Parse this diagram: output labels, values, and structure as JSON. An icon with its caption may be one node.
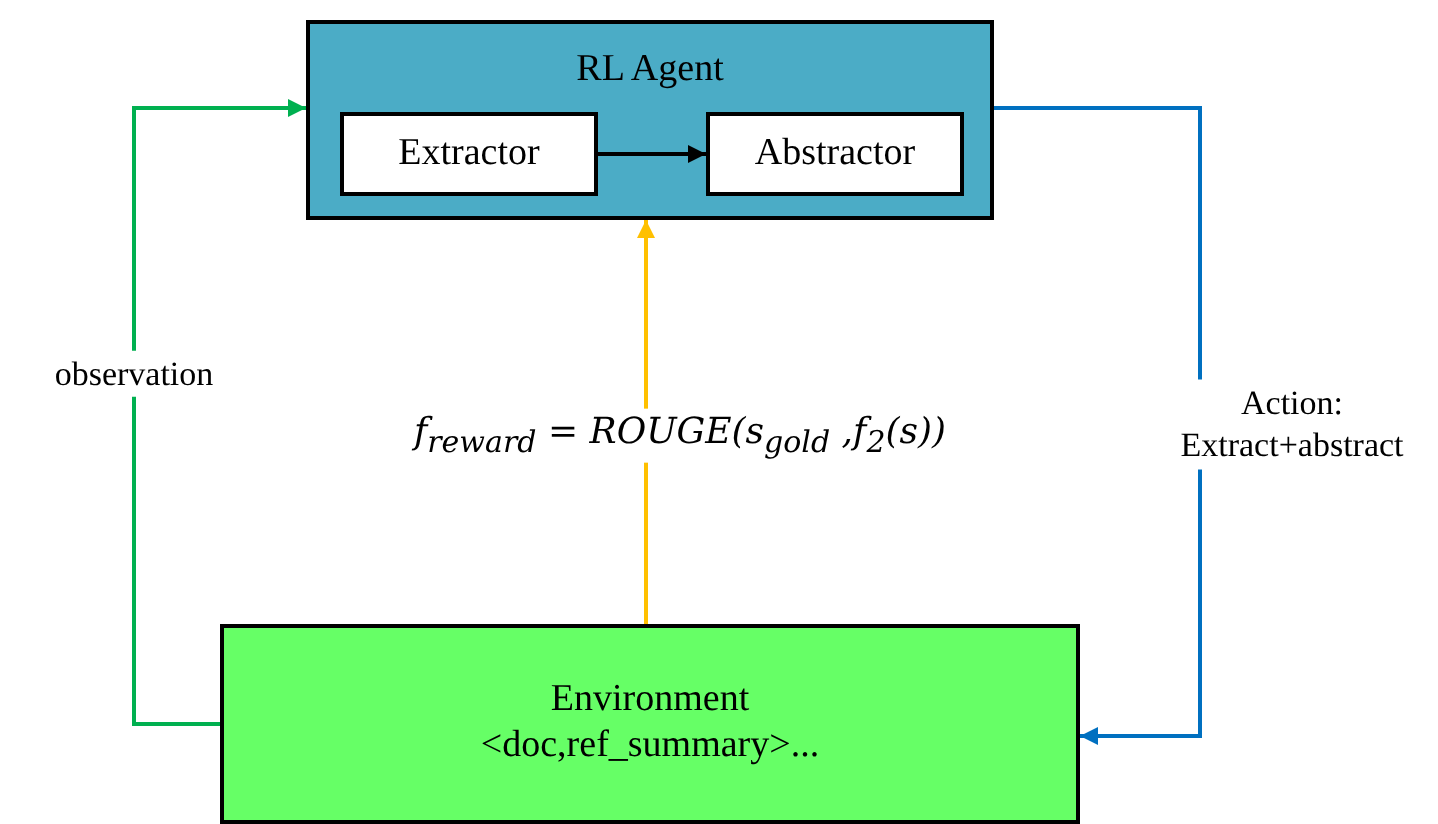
{
  "diagram": {
    "nodes": [
      {
        "text": [
          "RL Agent"
        ]
      },
      {
        "text": [
          "Extractor"
        ],
        "in": 0
      },
      {
        "text": [
          "Abstractor"
        ],
        "in": 0
      },
      {
        "text": [
          "Environment",
          "<doc,ref_summary>..."
        ]
      }
    ],
    "edges": [
      {
        "from": 1,
        "to": 2,
        "arrow": "to"
      },
      {
        "from": 3,
        "to": 0,
        "arrow": "to",
        "label": "observation",
        "color": "#00b050"
      },
      {
        "from": 3,
        "to": 0,
        "arrow": "to",
        "label": "f$_{reward}$  = ROUGE(s$_{gold}$ ,f$_{2}$(s))",
        "color": "#ffc000"
      },
      {
        "from": 0,
        "to": 3,
        "arrow": "to",
        "label": "Action: Extract+abstract",
        "color": "#0070c0"
      }
    ]
  }
}
